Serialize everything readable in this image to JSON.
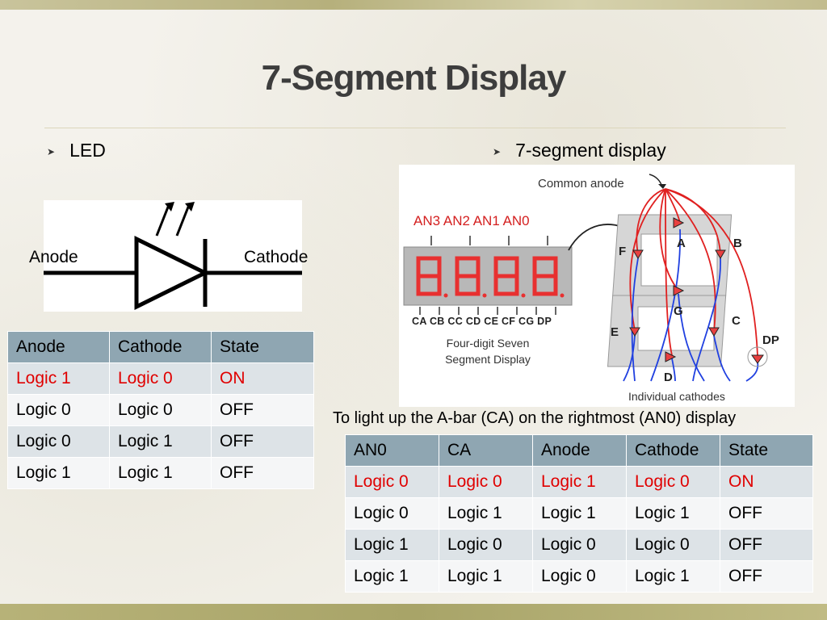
{
  "slide": {
    "title": "7-Segment Display",
    "left_bullet": "LED",
    "right_bullet": "7-segment display"
  },
  "led": {
    "anode_label": "Anode",
    "cathode_label": "Cathode"
  },
  "led_table": {
    "headers": [
      "Anode",
      "Cathode",
      "State"
    ],
    "rows": [
      [
        "Logic 1",
        "Logic 0",
        "ON"
      ],
      [
        "Logic 0",
        "Logic 0",
        "OFF"
      ],
      [
        "Logic 0",
        "Logic 1",
        "OFF"
      ],
      [
        "Logic 1",
        "Logic 1",
        "OFF"
      ]
    ]
  },
  "segment_figure": {
    "common_anode": "Common anode",
    "anodes": "AN3 AN2 AN1 AN0",
    "cathode_pins": "CA CB CC CD CE CF CG DP",
    "caption_line1": "Four-digit Seven",
    "caption_line2": "Segment Display",
    "individual_cathodes": "Individual cathodes",
    "segments": {
      "a": "A",
      "b": "B",
      "c": "C",
      "d": "D",
      "e": "E",
      "f": "F",
      "g": "G",
      "dp": "DP"
    }
  },
  "seg_caption": "To light up the A-bar (CA) on the rightmost (AN0) display",
  "seg_table": {
    "headers": [
      "AN0",
      "CA",
      "Anode",
      "Cathode",
      "State"
    ],
    "rows": [
      [
        "Logic 0",
        "Logic 0",
        "Logic 1",
        "Logic 0",
        "ON"
      ],
      [
        "Logic 0",
        "Logic 1",
        "Logic 1",
        "Logic 1",
        "OFF"
      ],
      [
        "Logic 1",
        "Logic 0",
        "Logic 0",
        "Logic 0",
        "OFF"
      ],
      [
        "Logic 1",
        "Logic 1",
        "Logic 0",
        "Logic 1",
        "OFF"
      ]
    ]
  },
  "colors": {
    "highlight": "#e00000",
    "header_bg": "#8fa6b2"
  }
}
